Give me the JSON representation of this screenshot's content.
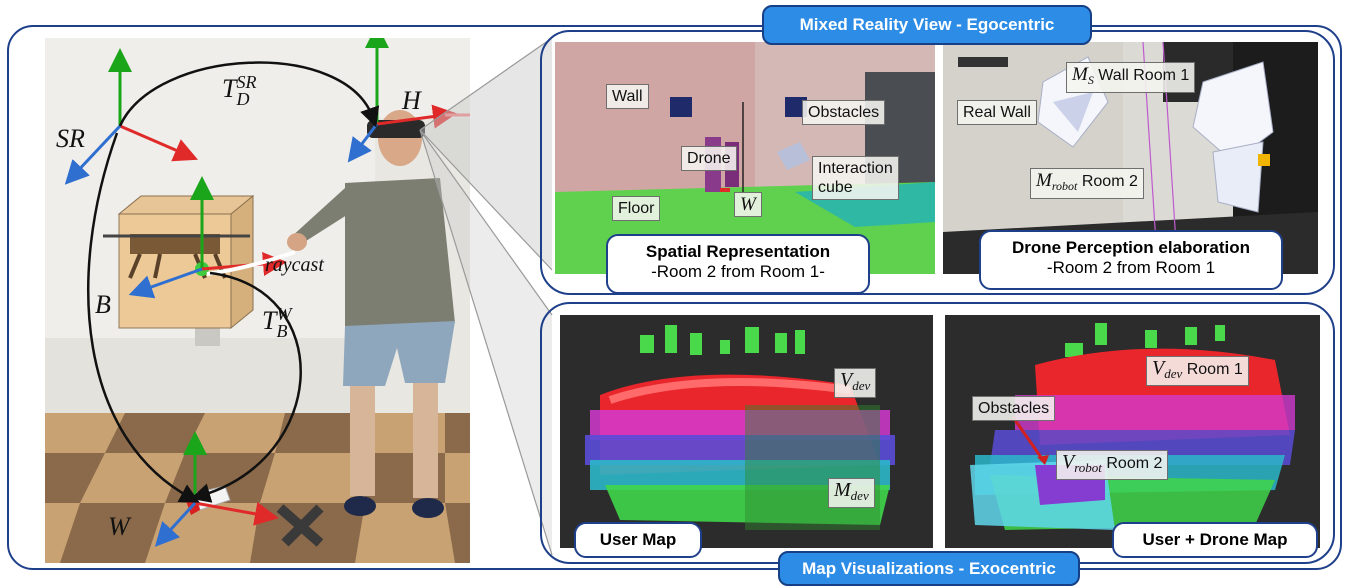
{
  "headers": {
    "top": "Mixed Reality View - Egocentric",
    "bottom": "Map Visualizations - Exocentric"
  },
  "photo_labels": {
    "sr": "SR",
    "t_d_sr_base": "T",
    "t_d_sr_sub": "D",
    "t_d_sr_sup": "SR",
    "h": "H",
    "b": "B",
    "t_b_w_base": "T",
    "t_b_w_sub": "B",
    "t_b_w_sup": "W",
    "raycast": "raycast",
    "w": "W"
  },
  "spatial_panel": {
    "labels": {
      "wall": "Wall",
      "obstacles": "Obstacles",
      "drone": "Drone",
      "interaction_cube": "Interaction\ncube",
      "floor": "Floor",
      "w": "W"
    },
    "caption_title": "Spatial Representation",
    "caption_sub": "-Room 2 from Room 1-"
  },
  "perception_panel": {
    "labels": {
      "ms_base": "M",
      "ms_sub": "S",
      "ms_text": "Wall Room 1",
      "real_wall": "Real Wall",
      "mrobot_base": "M",
      "mrobot_sub": "robot",
      "mrobot_text": "Room 2"
    },
    "caption_title": "Drone Perception elaboration",
    "caption_sub": "-Room 2 from Room 1"
  },
  "user_map": {
    "labels": {
      "vdev_base": "V",
      "vdev_sub": "dev",
      "mdev_base": "M",
      "mdev_sub": "dev"
    },
    "caption": "User Map"
  },
  "drone_map": {
    "labels": {
      "vdev_base": "V",
      "vdev_sub": "dev",
      "vdev_text": "Room 1",
      "obstacles": "Obstacles",
      "vrobot_base": "V",
      "vrobot_sub": "robot",
      "vrobot_text": "Room 2"
    },
    "caption": "User + Drone Map"
  },
  "colors": {
    "frame": "#1e3f8a",
    "header_fill": "#2d8de6",
    "axis_green": "#1aa51a",
    "axis_red": "#e02a2a",
    "axis_blue": "#2f6fd0"
  }
}
